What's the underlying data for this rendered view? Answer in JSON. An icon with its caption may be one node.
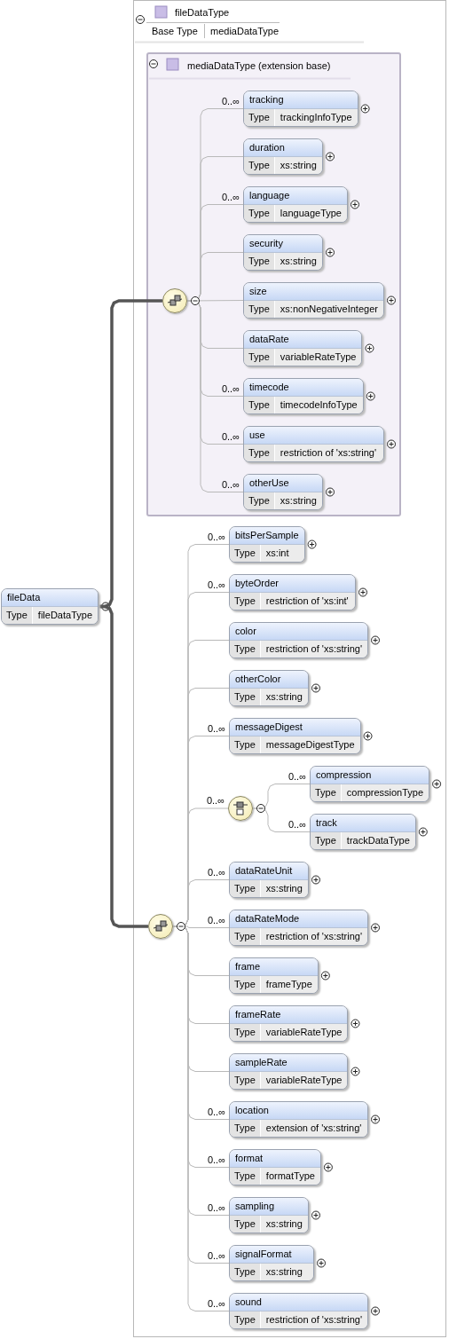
{
  "diagram": {
    "nodes": [
      {
        "text": [
          "fileData",
          "Type",
          "fileDataType"
        ]
      },
      {
        "text": [
          "fileDataType",
          "Base Type",
          "mediaDataType"
        ]
      },
      {
        "text": [
          "mediaDataType (extension base)"
        ],
        "in": 1
      },
      {
        "text": [],
        "shape": "circle",
        "in": 2
      },
      {
        "text": [
          "tracking",
          "Type",
          "trackingInfoType"
        ],
        "in": 2,
        "beside": [
          "0..∞"
        ]
      },
      {
        "text": [
          "duration",
          "Type",
          "xs:string"
        ],
        "in": 2
      },
      {
        "text": [
          "language",
          "Type",
          "languageType"
        ],
        "in": 2,
        "beside": [
          "0..∞"
        ]
      },
      {
        "text": [
          "security",
          "Type",
          "xs:string"
        ],
        "in": 2
      },
      {
        "text": [
          "size",
          "Type",
          "xs:nonNegativeInteger"
        ],
        "in": 2
      },
      {
        "text": [
          "dataRate",
          "Type",
          "variableRateType"
        ],
        "in": 2
      },
      {
        "text": [
          "timecode",
          "Type",
          "timecodeInfoType"
        ],
        "in": 2,
        "beside": [
          "0..∞"
        ]
      },
      {
        "text": [
          "use",
          "Type",
          "restriction of 'xs:string'"
        ],
        "in": 2,
        "beside": [
          "0..∞"
        ]
      },
      {
        "text": [
          "otherUse",
          "Type",
          "xs:string"
        ],
        "in": 2,
        "beside": [
          "0..∞"
        ]
      },
      {
        "text": [],
        "shape": "circle",
        "in": 1
      },
      {
        "text": [
          "bitsPerSample",
          "Type",
          "xs:int"
        ],
        "in": 1,
        "beside": [
          "0..∞"
        ]
      },
      {
        "text": [
          "byteOrder",
          "Type",
          "restriction of 'xs:int'"
        ],
        "in": 1,
        "beside": [
          "0..∞"
        ]
      },
      {
        "text": [
          "color",
          "Type",
          "restriction of 'xs:string'"
        ],
        "in": 1
      },
      {
        "text": [
          "otherColor",
          "Type",
          "xs:string"
        ],
        "in": 1
      },
      {
        "text": [
          "messageDigest",
          "Type",
          "messageDigestType"
        ],
        "in": 1,
        "beside": [
          "0..∞"
        ]
      },
      {
        "text": [],
        "shape": "circle",
        "in": 1,
        "beside": [
          "0..∞"
        ]
      },
      {
        "text": [
          "compression",
          "Type",
          "compressionType"
        ],
        "in": 1,
        "beside": [
          "0..∞"
        ]
      },
      {
        "text": [
          "track",
          "Type",
          "trackDataType"
        ],
        "in": 1,
        "beside": [
          "0..∞"
        ]
      },
      {
        "text": [
          "dataRateUnit",
          "Type",
          "xs:string"
        ],
        "in": 1,
        "beside": [
          "0..∞"
        ]
      },
      {
        "text": [
          "dataRateMode",
          "Type",
          "restriction of 'xs:string'"
        ],
        "in": 1,
        "beside": [
          "0..∞"
        ]
      },
      {
        "text": [
          "frame",
          "Type",
          "frameType"
        ],
        "in": 1
      },
      {
        "text": [
          "frameRate",
          "Type",
          "variableRateType"
        ],
        "in": 1
      },
      {
        "text": [
          "sampleRate",
          "Type",
          "variableRateType"
        ],
        "in": 1
      },
      {
        "text": [
          "location",
          "Type",
          "extension of 'xs:string'"
        ],
        "in": 1,
        "beside": [
          "0..∞"
        ]
      },
      {
        "text": [
          "format",
          "Type",
          "formatType"
        ],
        "in": 1,
        "beside": [
          "0..∞"
        ]
      },
      {
        "text": [
          "sampling",
          "Type",
          "xs:string"
        ],
        "in": 1,
        "beside": [
          "0..∞"
        ]
      },
      {
        "text": [
          "signalFormat",
          "Type",
          "xs:string"
        ],
        "in": 1,
        "beside": [
          "0..∞"
        ]
      },
      {
        "text": [
          "sound",
          "Type",
          "restriction of 'xs:string'"
        ],
        "in": 1,
        "beside": [
          "0..∞"
        ]
      }
    ],
    "edges": [
      {
        "from": 0,
        "to": 3,
        "arrow": "none",
        "style": "thick",
        "color": "#555555"
      },
      {
        "from": 0,
        "to": 13,
        "arrow": "none",
        "style": "thick",
        "color": "#555555"
      },
      {
        "from": 3,
        "to": 4,
        "arrow": "none"
      },
      {
        "from": 3,
        "to": 5,
        "arrow": "none"
      },
      {
        "from": 3,
        "to": 6,
        "arrow": "none"
      },
      {
        "from": 3,
        "to": 7,
        "arrow": "none"
      },
      {
        "from": 3,
        "to": 8,
        "arrow": "none"
      },
      {
        "from": 3,
        "to": 9,
        "arrow": "none"
      },
      {
        "from": 3,
        "to": 10,
        "arrow": "none"
      },
      {
        "from": 3,
        "to": 11,
        "arrow": "none"
      },
      {
        "from": 3,
        "to": 12,
        "arrow": "none"
      },
      {
        "from": 13,
        "to": 14,
        "arrow": "none"
      },
      {
        "from": 13,
        "to": 15,
        "arrow": "none"
      },
      {
        "from": 13,
        "to": 16,
        "arrow": "none"
      },
      {
        "from": 13,
        "to": 17,
        "arrow": "none"
      },
      {
        "from": 13,
        "to": 18,
        "arrow": "none"
      },
      {
        "from": 13,
        "to": 19,
        "arrow": "none"
      },
      {
        "from": 19,
        "to": 20,
        "arrow": "none"
      },
      {
        "from": 19,
        "to": 21,
        "arrow": "none"
      },
      {
        "from": 13,
        "to": 22,
        "arrow": "none"
      },
      {
        "from": 13,
        "to": 23,
        "arrow": "none"
      },
      {
        "from": 13,
        "to": 24,
        "arrow": "none"
      },
      {
        "from": 13,
        "to": 25,
        "arrow": "none"
      },
      {
        "from": 13,
        "to": 26,
        "arrow": "none"
      },
      {
        "from": 13,
        "to": 27,
        "arrow": "none"
      },
      {
        "from": 13,
        "to": 28,
        "arrow": "none"
      },
      {
        "from": 13,
        "to": 29,
        "arrow": "none"
      },
      {
        "from": 13,
        "to": 30,
        "arrow": "none"
      },
      {
        "from": 13,
        "to": 31,
        "arrow": "none"
      }
    ]
  }
}
